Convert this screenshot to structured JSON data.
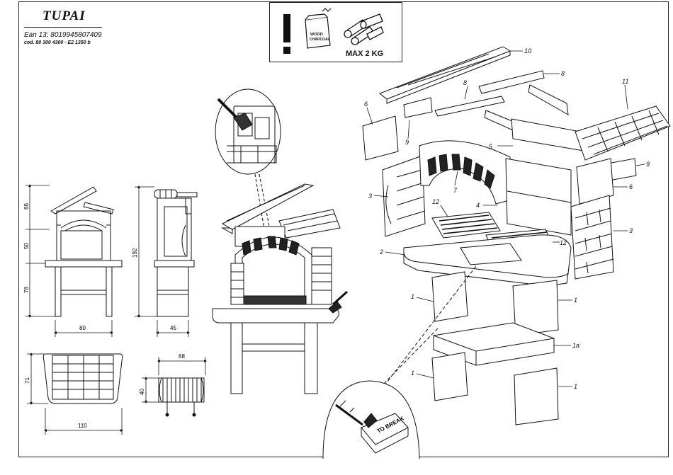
{
  "header": {
    "title": "TUPAI",
    "ean": "Ean 13:  8019945807409",
    "code": "cod. 80 300 4300  - E2 1350 b"
  },
  "warning": {
    "exclamation": "!",
    "bag_label_1": "WOOD",
    "bag_label_2": "CHARCOAL",
    "max_load": "MAX 2 KG"
  },
  "dimensions": {
    "front_height_top": "66",
    "front_height_mid": "50",
    "front_height_bottom": "78",
    "front_width": "80",
    "side_total_height": "192",
    "side_width": "45",
    "top_depth": "71",
    "top_width": "110",
    "grill_width": "68",
    "grill_depth": "40"
  },
  "hint": {
    "to_break": "TO BREAK"
  },
  "part_labels": {
    "p10": "10",
    "p8a": "8",
    "p8b": "8",
    "p11": "11",
    "p6a": "6",
    "p9a": "9",
    "p5": "5",
    "p9b": "9",
    "p6b": "6",
    "p3a": "3",
    "p7": "7",
    "p12a": "12",
    "p4": "4",
    "p3b": "3",
    "p12b": "12",
    "p2": "2",
    "p1a": "1",
    "p1b": "1",
    "p1a_label": "1a",
    "p1c": "1",
    "p1d": "1"
  }
}
